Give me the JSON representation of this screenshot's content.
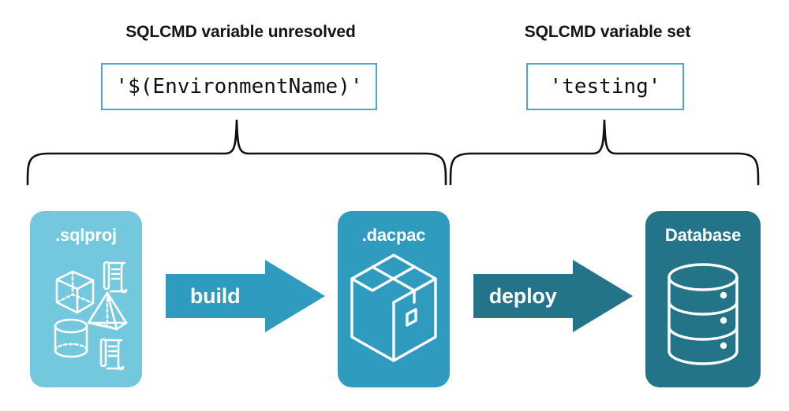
{
  "diagram": {
    "sections": [
      {
        "title": "SQLCMD variable unresolved",
        "value": "'$(EnvironmentName)'"
      },
      {
        "title": "SQLCMD variable set",
        "value": "'testing'"
      }
    ],
    "stages": [
      {
        "label": ".sqlproj",
        "color": "#74C8DE",
        "art": "project-artifacts-icon"
      },
      {
        "label": ".dacpac",
        "color": "#2F9BBF",
        "art": "package-box-icon"
      },
      {
        "label": "Database",
        "color": "#237389",
        "art": "database-cylinder-icon"
      }
    ],
    "arrows": [
      {
        "label": "build",
        "color": "#2F9BBF"
      },
      {
        "label": "deploy",
        "color": "#237389"
      }
    ],
    "colors": {
      "light_teal": "#74C8DE",
      "mid_teal": "#2F9BBF",
      "dark_teal": "#237389",
      "box_border": "#4BA8C6",
      "brace": "#111111",
      "text": "#141414",
      "background": "#ffffff"
    }
  }
}
